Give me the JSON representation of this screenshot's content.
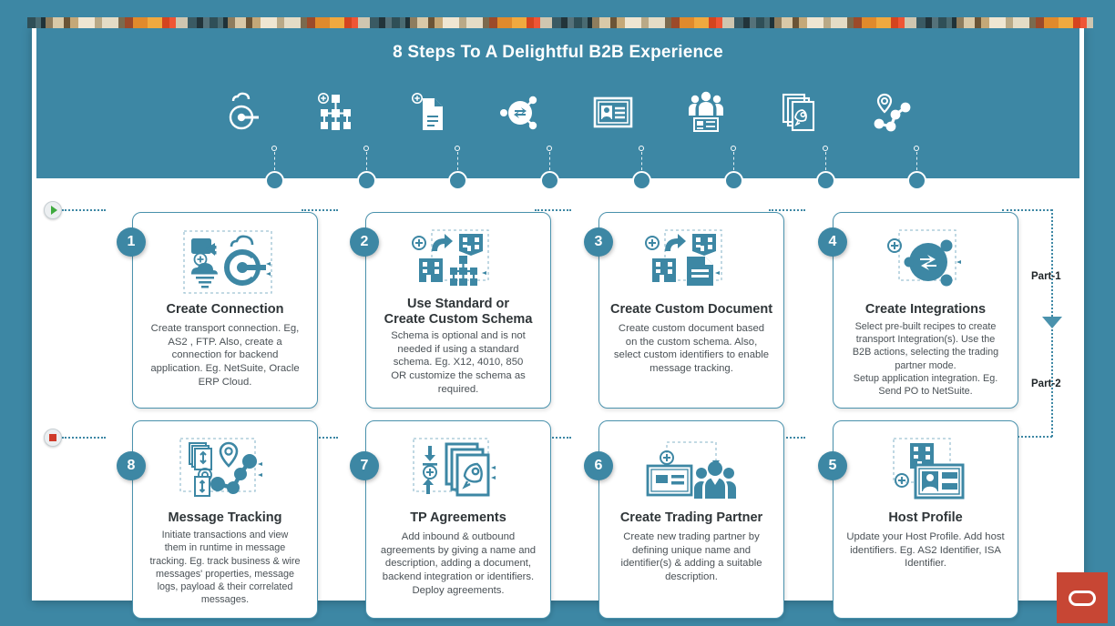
{
  "header": {
    "title": "8 Steps To A Delightful B2B Experience",
    "icons": [
      "cloud-connection-icon",
      "schema-nodes-icon",
      "document-plus-icon",
      "integration-network-icon",
      "host-profile-card-icon",
      "trading-partner-group-icon",
      "agreements-rocket-icon",
      "message-tracking-icon"
    ],
    "timeline_steps": 8
  },
  "flow": {
    "start_marker": "play-start-icon",
    "end_marker": "stop-end-icon",
    "part_one_label": "Part-1",
    "part_two_label": "Part-2"
  },
  "brand": {
    "logo": "oracle-logo",
    "accent_teal": "#3d87a4",
    "card_border": "#4a92ad",
    "logo_red": "#c74634",
    "start_green": "#3faa3f",
    "stop_red": "#cf3a2a",
    "title_text": "#2f3538",
    "body_text": "#4a5156"
  },
  "steps": [
    {
      "number": "1",
      "title": "Create Connection",
      "description": "Create transport connection. Eg,\nAS2 , FTP. Also, create a\nconnection for backend\napplication.  Eg. NetSuite, Oracle\nERP Cloud.",
      "icon": "cloud-connection-icon"
    },
    {
      "number": "2",
      "title": "Use Standard or\nCreate Custom Schema",
      "description": "Schema is optional and is not\nneeded if using a standard\nschema. Eg.  X12, 4010, 850\nOR  customize the schema as\nrequired.",
      "icon": "schema-nodes-icon"
    },
    {
      "number": "3",
      "title": "Create Custom Document",
      "description": "Create custom document based\non the custom schema. Also,\nselect custom identifiers to enable\nmessage tracking.",
      "icon": "document-plus-icon"
    },
    {
      "number": "4",
      "title": "Create Integrations",
      "description": "Select pre-built recipes to create\ntransport Integration(s). Use the\nB2B actions, selecting the trading\npartner mode.\nSetup application integration. Eg.\nSend PO to NetSuite.",
      "icon": "integration-network-icon"
    },
    {
      "number": "5",
      "title": "Host Profile",
      "description": "Update your Host Profile. Add host\nidentifiers. Eg. AS2 Identifier, ISA\nIdentifier.",
      "icon": "host-profile-card-icon"
    },
    {
      "number": "6",
      "title": "Create Trading Partner",
      "description": "Create new trading partner  by\ndefining unique name and\nidentifier(s) & adding a suitable\ndescription.",
      "icon": "trading-partner-group-icon"
    },
    {
      "number": "7",
      "title": "TP Agreements",
      "description": "Add inbound & outbound\nagreements by giving a name and\ndescription, adding a document,\nbackend integration or identifiers.\nDeploy agreements.",
      "icon": "agreements-rocket-icon"
    },
    {
      "number": "8",
      "title": "Message Tracking",
      "description": "Initiate transactions and view\nthem in runtime in message\ntracking. Eg. track business & wire\nmessages' properties, message\nlogs, payload & their correlated\nmessages.",
      "icon": "message-tracking-icon"
    }
  ]
}
